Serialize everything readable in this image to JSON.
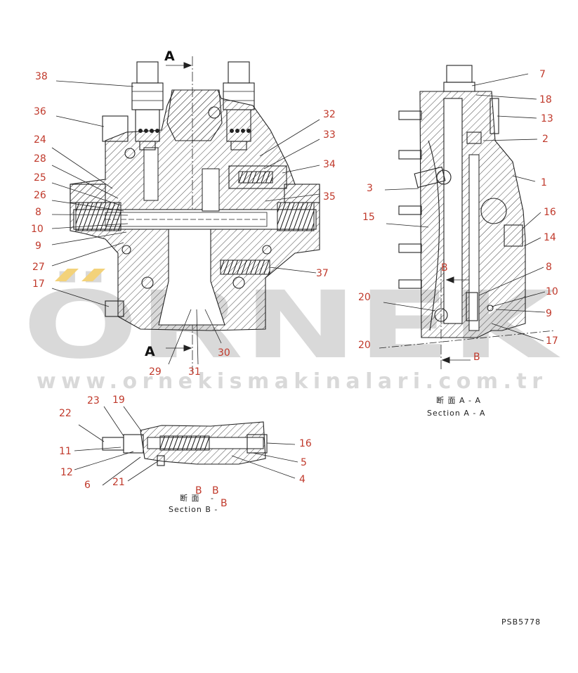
{
  "watermark": {
    "brand": "ÖRNEK",
    "url": "www.ornekismakinalari.com.tr",
    "color_text": "#d9d9d9",
    "color_accent": "#f3d27a"
  },
  "callouts": {
    "main_left": [
      "38",
      "36",
      "24",
      "28",
      "25",
      "26",
      "8",
      "10",
      "9",
      "27",
      "17"
    ],
    "main_right": [
      "32",
      "33",
      "34",
      "35",
      "37"
    ],
    "main_bottom": [
      "29",
      "31",
      "30"
    ],
    "section_aa_left": [
      "3",
      "15",
      "20",
      "20"
    ],
    "section_aa_right": [
      "7",
      "18",
      "13",
      "2",
      "1",
      "16",
      "14",
      "8",
      "10",
      "9",
      "17"
    ],
    "section_bb": [
      "23",
      "19",
      "22",
      "11",
      "12",
      "6",
      "21",
      "16",
      "5",
      "4"
    ]
  },
  "section_markers": {
    "a_top": "A",
    "a_bottom": "A",
    "b_right": "B",
    "b_arrow_upper": "B",
    "b_caption_1": "B",
    "b_caption_2": "B",
    "b_caption_3": "B"
  },
  "captions": {
    "aa_jp": "断 面 A - A",
    "aa_en": "Section A - A",
    "bb_jp": "断 面",
    "bb_dash": "-",
    "bb_en": "Section B -"
  },
  "part_code": "PSB5778",
  "colors": {
    "callout": "#c0392b",
    "line": "#222222"
  }
}
